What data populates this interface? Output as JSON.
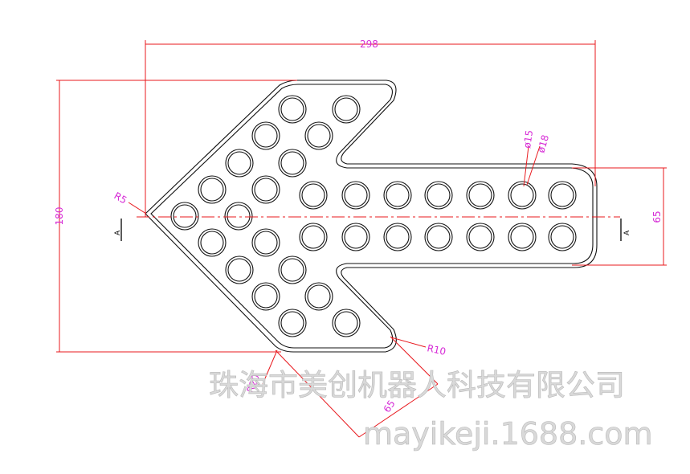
{
  "dimensions": {
    "width_top": "298",
    "height_left": "180",
    "shaft_height": "65",
    "diagonal": "65",
    "radius_tip": "R5",
    "radius_outer": "R10",
    "radius_bottom": "R20",
    "hole_inner": "ø15",
    "hole_outer": "ø18"
  },
  "section_mark": "A",
  "watermark": {
    "company": "珠海市美创机器人科技有限公司",
    "url": "mayikeji.1688.com"
  },
  "colors": {
    "dimension_line": "#e8191e",
    "annotation_text": "#d62bd6",
    "outline": "#111111"
  }
}
